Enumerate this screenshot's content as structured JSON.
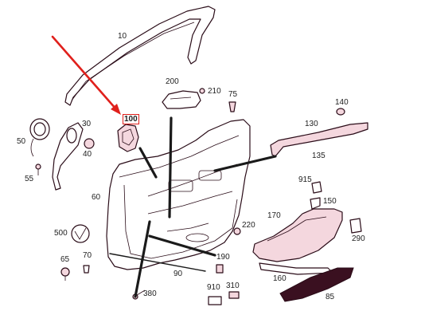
{
  "highlight_color": "#e0201c",
  "line_color": "#2a0c18",
  "highlighted_part": "100",
  "part_labels": {
    "p10": "10",
    "p200": "200",
    "p210": "210",
    "p75": "75",
    "p140": "140",
    "p100": "100",
    "p130": "130",
    "p30": "30",
    "p50": "50",
    "p40": "40",
    "p135": "135",
    "p55": "55",
    "p915": "915",
    "p60": "60",
    "p150": "150",
    "p170": "170",
    "p220": "220",
    "p500": "500",
    "p290": "290",
    "p65": "65",
    "p70": "70",
    "p190": "190",
    "p90": "90",
    "p160": "160",
    "p910": "910",
    "p310": "310",
    "p380": "380",
    "p85": "85"
  }
}
